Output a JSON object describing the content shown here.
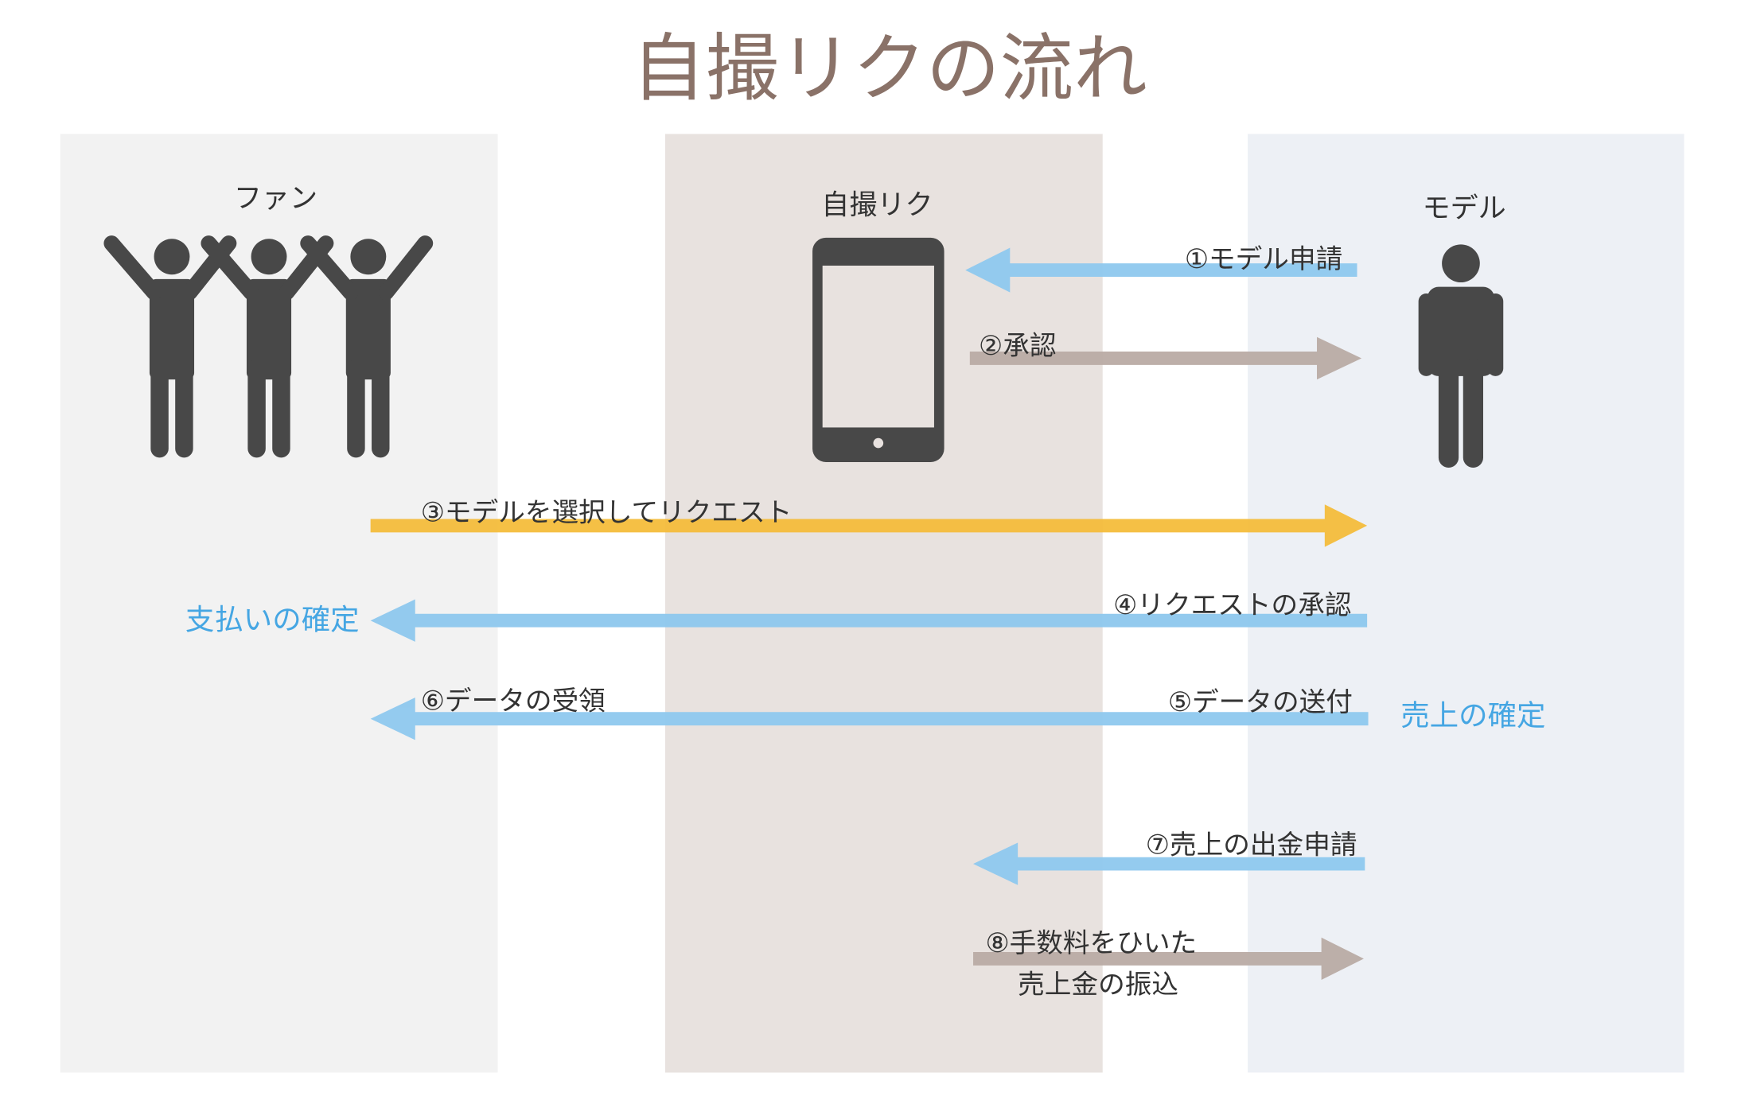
{
  "title": "自撮リクの流れ",
  "columns": {
    "fan": "ファン",
    "app": "自撮リク",
    "model": "モデル"
  },
  "steps": {
    "s1": "①モデル申請",
    "s2": "②承認",
    "s3": "③モデルを選択してリクエスト",
    "s4": "④リクエストの承認",
    "s5": "⑤データの送付",
    "s6": "⑥データの受領",
    "s7": "⑦売上の出金申請",
    "s8_line1": "⑧手数料をひいた",
    "s8_line2": "売上金の振込"
  },
  "notes": {
    "payment_confirmed": "支払いの確定",
    "sales_confirmed": "売上の確定"
  },
  "icons": {
    "fan": "group-of-people-icon",
    "app": "smartphone-icon",
    "model": "person-icon"
  },
  "colors": {
    "fan_lane": "#f2f2f2",
    "app_lane": "#e8e2df",
    "model_lane": "#edf0f5",
    "blue_arrow": "#8ec8ee",
    "gray_arrow": "#b9aba4",
    "yellow_arrow": "#f5bd3c",
    "title": "#8a7268",
    "note_blue": "#45a6e3"
  }
}
